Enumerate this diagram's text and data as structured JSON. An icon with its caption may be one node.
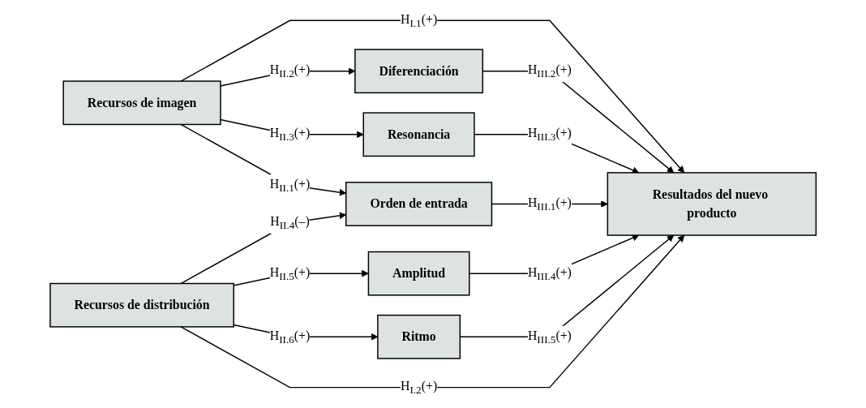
{
  "diagram": {
    "nodes": [
      {
        "text": [
          "Recursos de imagen"
        ]
      },
      {
        "text": [
          "Diferenciación"
        ]
      },
      {
        "text": [
          "Resonancia"
        ]
      },
      {
        "text": [
          "Orden de entrada"
        ]
      },
      {
        "text": [
          "Resultados del nuevo producto"
        ]
      },
      {
        "text": [
          "Amplitud"
        ]
      },
      {
        "text": [
          "Ritmo"
        ]
      },
      {
        "text": [
          "Recursos de distribución"
        ]
      }
    ],
    "edges": [
      {
        "from": 0,
        "to": 4,
        "arrow": "to",
        "label": "H$_{I.1}$(+)"
      },
      {
        "from": 0,
        "to": 1,
        "arrow": "to",
        "label": "H$_{II.2}$(+)"
      },
      {
        "from": 0,
        "to": 2,
        "arrow": "to",
        "label": "H$_{II.3}$(+)"
      },
      {
        "from": 0,
        "to": 3,
        "arrow": "to",
        "label": "H$_{II.1}$(+)"
      },
      {
        "from": 7,
        "to": 3,
        "arrow": "to",
        "label": "H$_{II.4}$(–)"
      },
      {
        "from": 7,
        "to": 5,
        "arrow": "to",
        "label": "H$_{II.5}$(+)"
      },
      {
        "from": 7,
        "to": 6,
        "arrow": "to",
        "label": "H$_{II.6}$(+)"
      },
      {
        "from": 7,
        "to": 4,
        "arrow": "to",
        "label": "H$_{I.2}$(+)"
      },
      {
        "from": 1,
        "to": 4,
        "arrow": "to",
        "label": "H$_{III.2}$(+)"
      },
      {
        "from": 2,
        "to": 4,
        "arrow": "to",
        "label": "H$_{III.3}$(+)"
      },
      {
        "from": 3,
        "to": 4,
        "arrow": "to",
        "label": "H$_{III.1}$(+)"
      },
      {
        "from": 5,
        "to": 4,
        "arrow": "to",
        "label": "H$_{III.4}$(+)"
      },
      {
        "from": 6,
        "to": 4,
        "arrow": "to",
        "label": "H$_{III.5}$(+)"
      }
    ]
  }
}
